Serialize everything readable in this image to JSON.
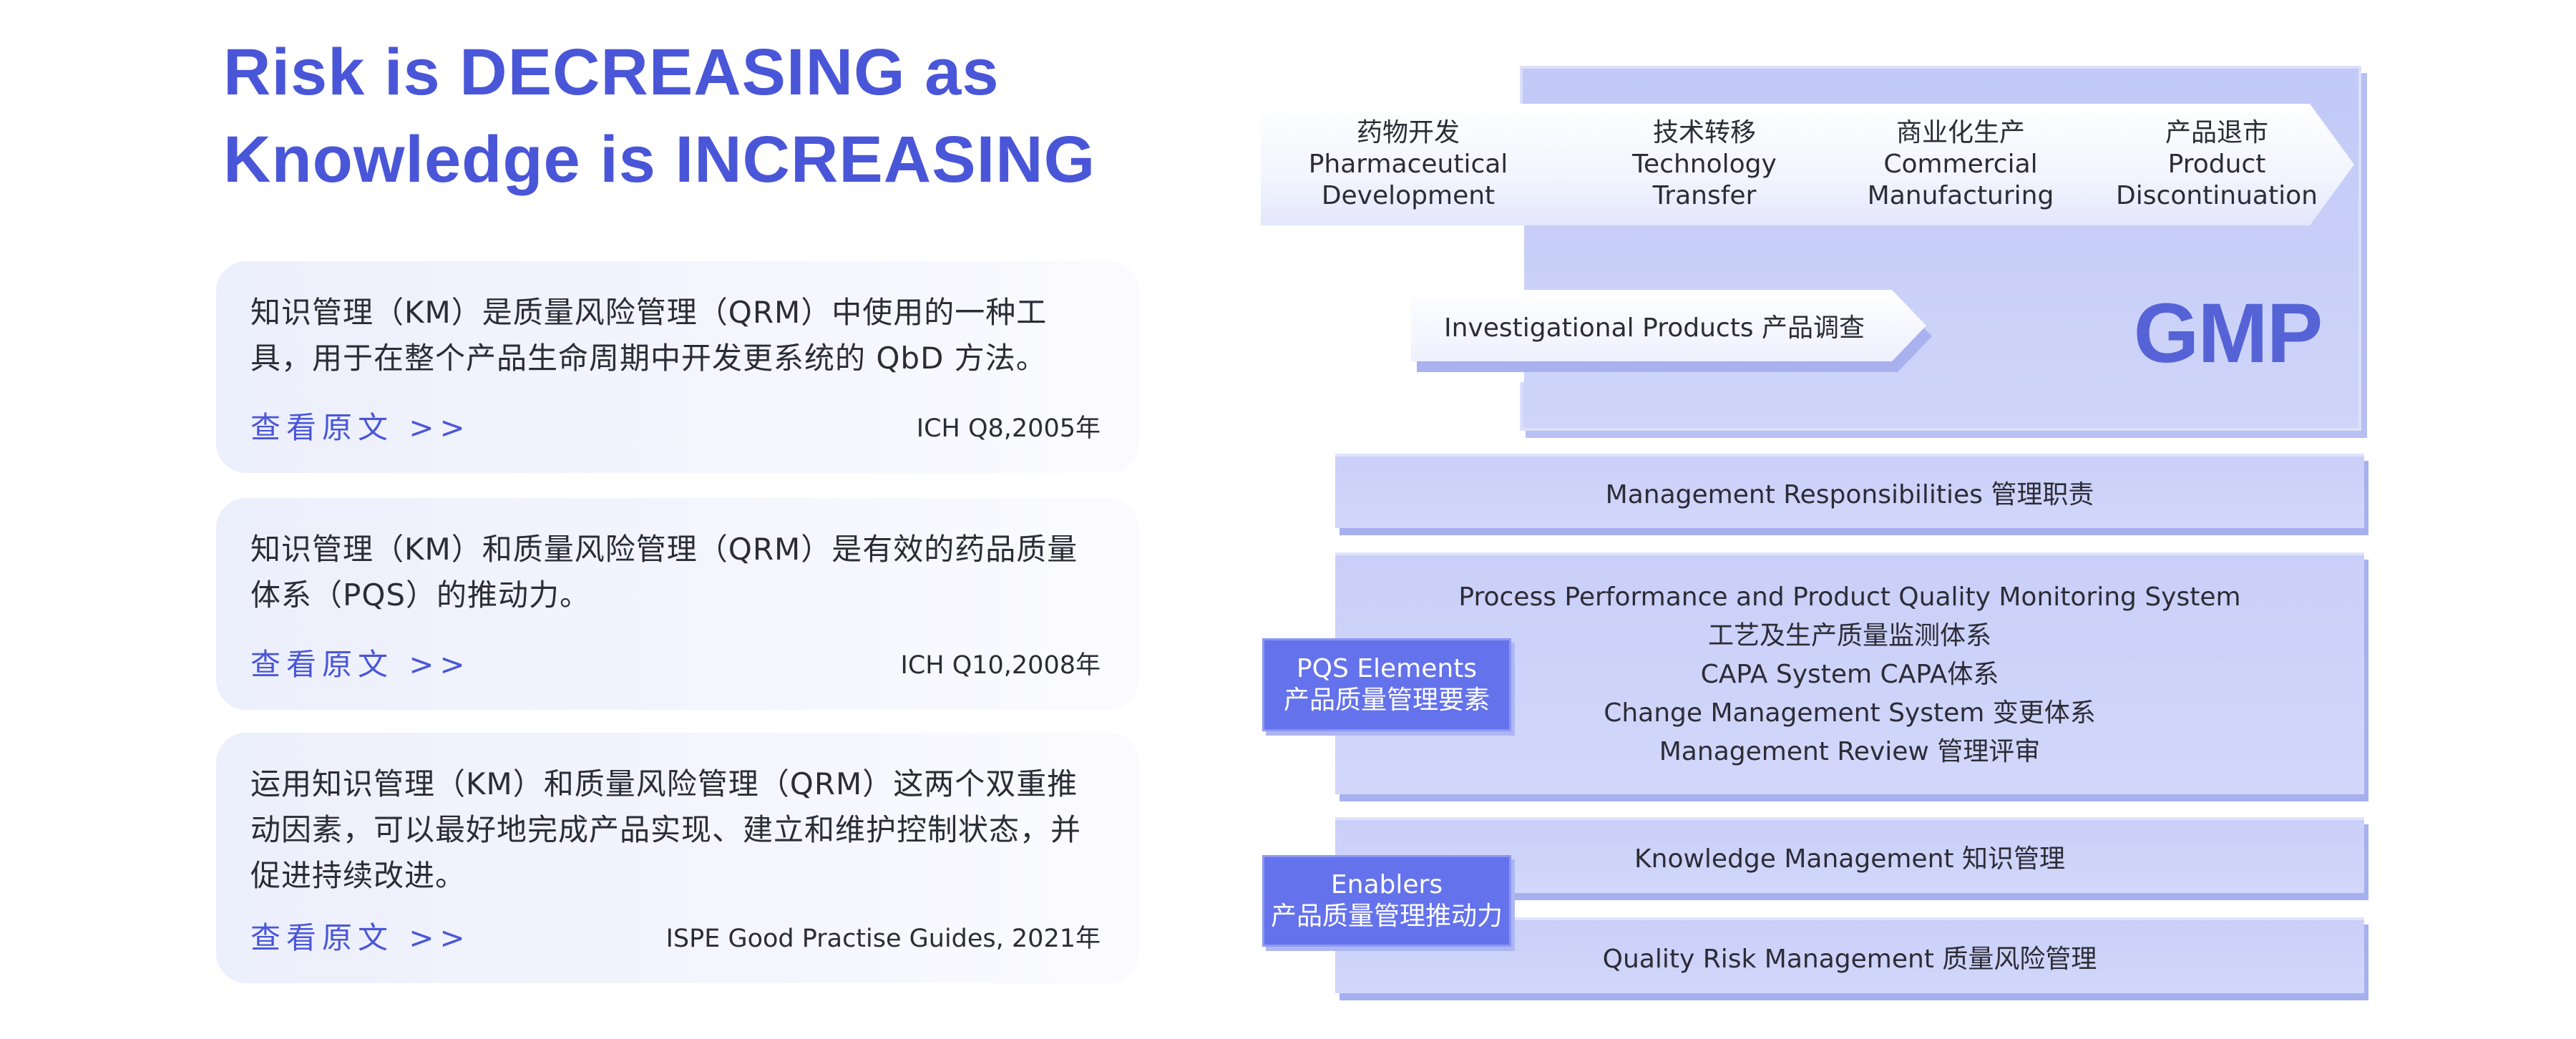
{
  "headline": {
    "line1": "Risk is DECREASING as",
    "line2": "Knowledge is INCREASING"
  },
  "cards": [
    {
      "quote": "知识管理（KM）是质量风险管理（QRM）中使用的一种工具，用于在整个产品生命周期中开发更系统的 QbD 方法。",
      "link": "查看原文 >>",
      "source": "ICH Q8,2005年"
    },
    {
      "quote": "知识管理（KM）和质量风险管理（QRM）是有效的药品质量体系（PQS）的推动力。",
      "link": "查看原文 >>",
      "source": "ICH Q10,2008年"
    },
    {
      "quote": "运用知识管理（KM）和质量风险管理（QRM）这两个双重推动因素，可以最好地完成产品实现、建立和维护控制状态，并促进持续改进。",
      "link": "查看原文 >>",
      "source": "ISPE Good Practise Guides, 2021年"
    }
  ],
  "diagram": {
    "gmp_label": "GMP",
    "lifecycle": [
      {
        "cn": "药物开发",
        "en1": "Pharmaceutical",
        "en2": "Development"
      },
      {
        "cn": "技术转移",
        "en1": "Technology",
        "en2": "Transfer"
      },
      {
        "cn": "商业化生产",
        "en1": "Commercial",
        "en2": "Manufacturing"
      },
      {
        "cn": "产品退市",
        "en1": "Product",
        "en2": "Discontinuation"
      }
    ],
    "investigational": "Investigational Products 产品调查",
    "management": "Management Responsibilities 管理职责",
    "pqs_elements": {
      "line1": "Process Performance and Product Quality Monitoring System",
      "line2": "工艺及生产质量监测体系",
      "line3": "CAPA System CAPA体系",
      "line4": "Change Management System 变更体系",
      "line5": "Management Review 管理评审"
    },
    "pqs_tag": {
      "en": "PQS Elements",
      "cn": "产品质量管理要素"
    },
    "knowledge": "Knowledge Management 知识管理",
    "quality_risk": "Quality Risk Management 质量风险管理",
    "enablers_tag": {
      "en": "Enablers",
      "cn": "产品质量管理推动力"
    }
  }
}
